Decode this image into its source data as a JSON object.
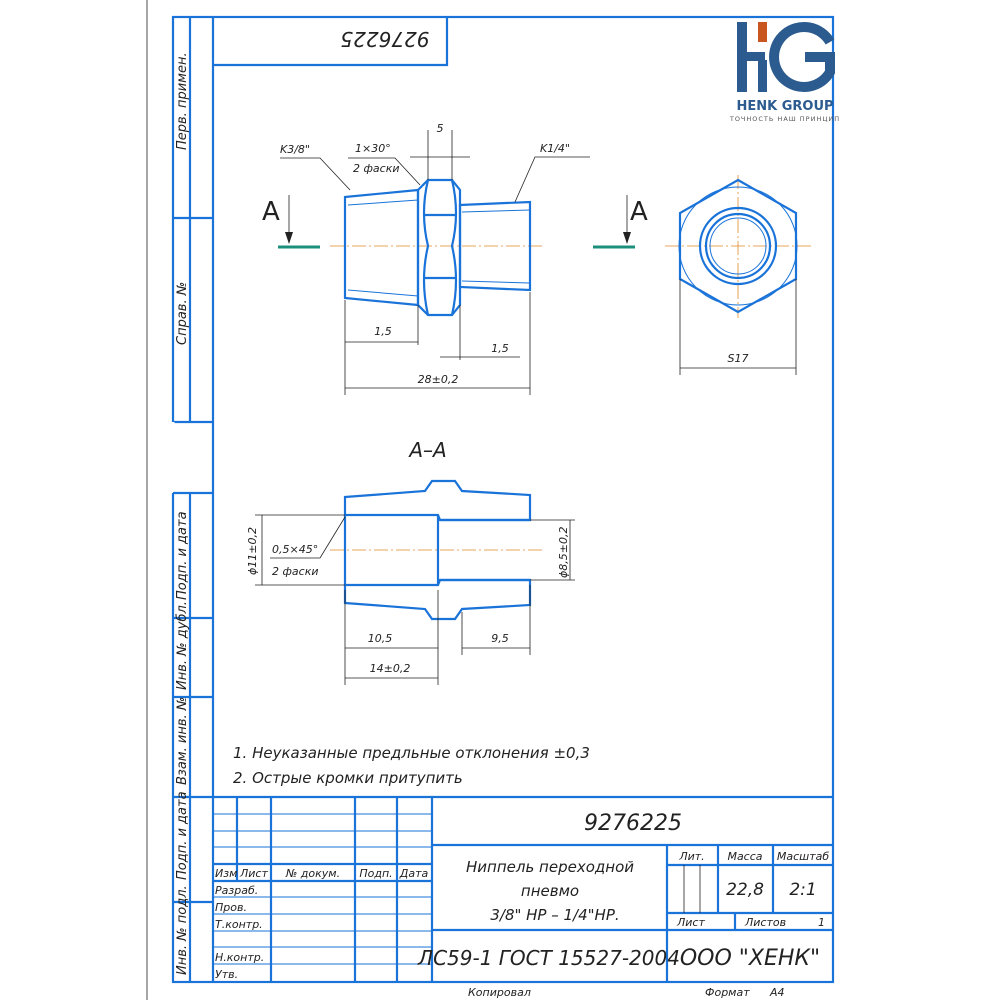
{
  "logo": {
    "letters": "HG",
    "name": "HENK GROUP",
    "slogan": "ТОЧНОСТЬ НАШ ПРИНЦИП",
    "colors": {
      "blue": "#2b5b8f",
      "orange": "#c8561e"
    }
  },
  "top_box": {
    "code_mirrored": "9276225"
  },
  "side_strip": [
    "Перв. примен.",
    "Справ. №",
    "Подп. и дата",
    "Инв. № дубл.",
    "Взам. инв. №",
    "Подп. и дата",
    "Инв. № подл."
  ],
  "front_view": {
    "section_marker": "A",
    "dims": {
      "thread_left": "K3/8\"",
      "chamfer": "1×30°",
      "chamfer_count": "2 фаски",
      "hex_width": "5",
      "thread_right": "K1/4\"",
      "left_step": "1,5",
      "right_step": "1,5",
      "length": "28±0,2"
    }
  },
  "side_view": {
    "section_marker": "A",
    "hex_size": "S17"
  },
  "section": {
    "title": "A–A",
    "dims": {
      "dia_left": "ϕ11±0,2",
      "chamfer": "0,5×45°",
      "chamfer_count": "2 фаски",
      "dia_right": "ϕ8,5±0,2",
      "left_depth": "10,5",
      "right_depth": "9,5",
      "total_depth": "14±0,2"
    }
  },
  "notes": [
    "1. Неуказанные предльные отклонения ±0,3",
    "2. Острые кромки притупить"
  ],
  "title_block": {
    "doc_number": "9276225",
    "headers": {
      "izm": "Изм",
      "list": "Лист",
      "doc": "№ докум.",
      "sign": "Подп.",
      "date": "Дата"
    },
    "roles": [
      "Разраб.",
      "Пров.",
      "Т.контр.",
      "",
      "Н.контр.",
      "Утв."
    ],
    "name_lines": [
      "Ниппель переходной",
      "пневмо",
      "3/8\" НР – 1/4\"НР."
    ],
    "lit_label": "Лит.",
    "mass_label": "Масса",
    "scale_label": "Масштаб",
    "mass": "22,8",
    "scale": "2:1",
    "sheet_label": "Лист",
    "sheets_label": "Листов",
    "sheets": "1",
    "material": "ЛС59-1 ГОСТ 15527-2004",
    "company": "ООО \"ХЕНК\""
  },
  "footer": {
    "copied": "Копировал",
    "format_label": "Формат",
    "format": "А4"
  }
}
